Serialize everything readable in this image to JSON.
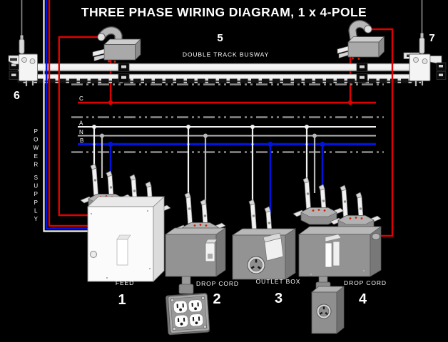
{
  "title": "THREE PHASE WIRING DIAGRAM, 1 x 4-POLE",
  "busway": {
    "number": "5",
    "label": "DOUBLE TRACK BUSWAY"
  },
  "suspension": {
    "left_number": "6",
    "right_number": "7"
  },
  "power_supply": {
    "label": "POWER SUPPLY"
  },
  "phase_lines": [
    {
      "id": "C",
      "color": "#e10000"
    },
    {
      "id": "A",
      "color": "#f2f2f2"
    },
    {
      "id": "N",
      "color": "#b9b9b9"
    },
    {
      "id": "B",
      "color": "#0014dc"
    }
  ],
  "devices": [
    {
      "number": "1",
      "label": "FEED"
    },
    {
      "number": "2",
      "label": "DROP CORD"
    },
    {
      "number": "3",
      "label": "OUTLET BOX"
    },
    {
      "number": "4",
      "label": "DROP CORD"
    }
  ],
  "colors": {
    "background": "#000000",
    "phase_c_red": "#e10000",
    "phase_b_blue": "#0014dc",
    "phase_a_white": "#f2f2f2",
    "neutral_gray": "#b9b9b9",
    "rail_dashdot": "#8a8a8a",
    "text": "#ffffff"
  }
}
